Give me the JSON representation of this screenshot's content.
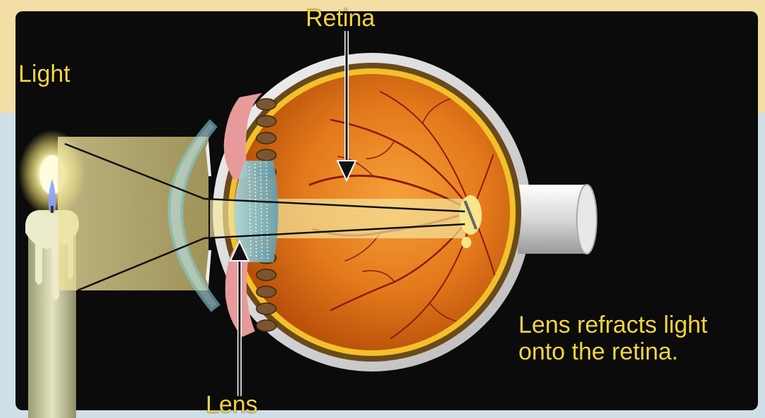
{
  "labels": {
    "light": "Light",
    "retina": "Retina",
    "lens": "Lens"
  },
  "caption": {
    "line1": "Lens refracts light",
    "line2": "onto the retina."
  },
  "colors": {
    "label_yellow": "#f5d63c",
    "background_panel": "#0b0b0b",
    "top_band": "#f3dfa6",
    "light_beam": "#f4e7a0",
    "eyeball_interior": "#d86a10",
    "sclera": "#e4e4e4",
    "blood_vessel": "#8e1a0a"
  }
}
